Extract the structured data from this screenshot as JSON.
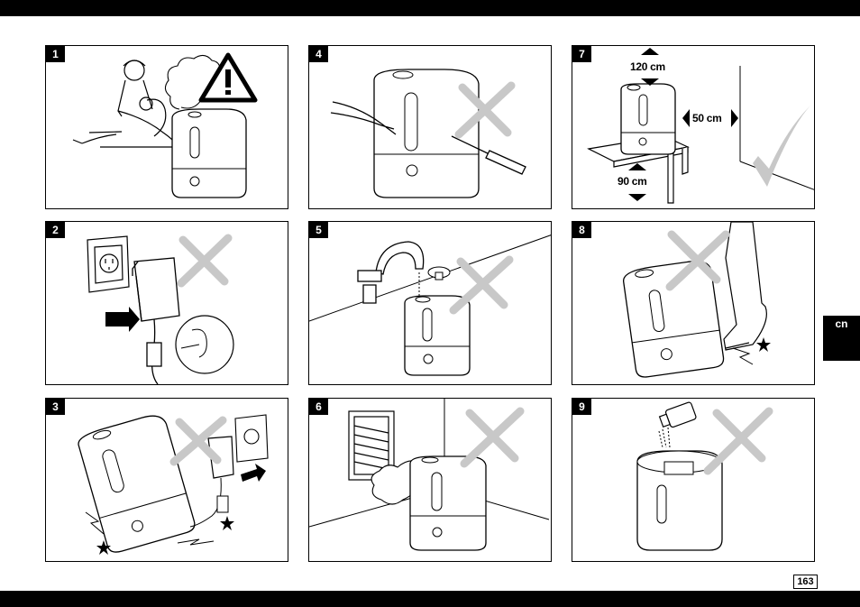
{
  "panels": [
    {
      "number": "1"
    },
    {
      "number": "2"
    },
    {
      "number": "3"
    },
    {
      "number": "4"
    },
    {
      "number": "5"
    },
    {
      "number": "6"
    },
    {
      "number": "7",
      "dimensions": {
        "top": "120 cm",
        "side": "50 cm",
        "bottom": "90 cm"
      }
    },
    {
      "number": "8"
    },
    {
      "number": "9"
    }
  ],
  "language_tab": "cn",
  "page_number": "163",
  "colors": {
    "bars": "#000000",
    "cross_mark": "#c8c8c8",
    "check_mark": "#c8c8c8"
  },
  "icons": [
    "warning-triangle-icon",
    "cross-mark-icon",
    "check-mark-icon",
    "star-icon",
    "arrow-icon",
    "humidifier-icon",
    "pliers-icon",
    "screwdriver-icon",
    "power-outlet-icon",
    "adapter-plug-icon",
    "faucet-icon",
    "vent-grille-icon",
    "oil-bottle-icon"
  ]
}
